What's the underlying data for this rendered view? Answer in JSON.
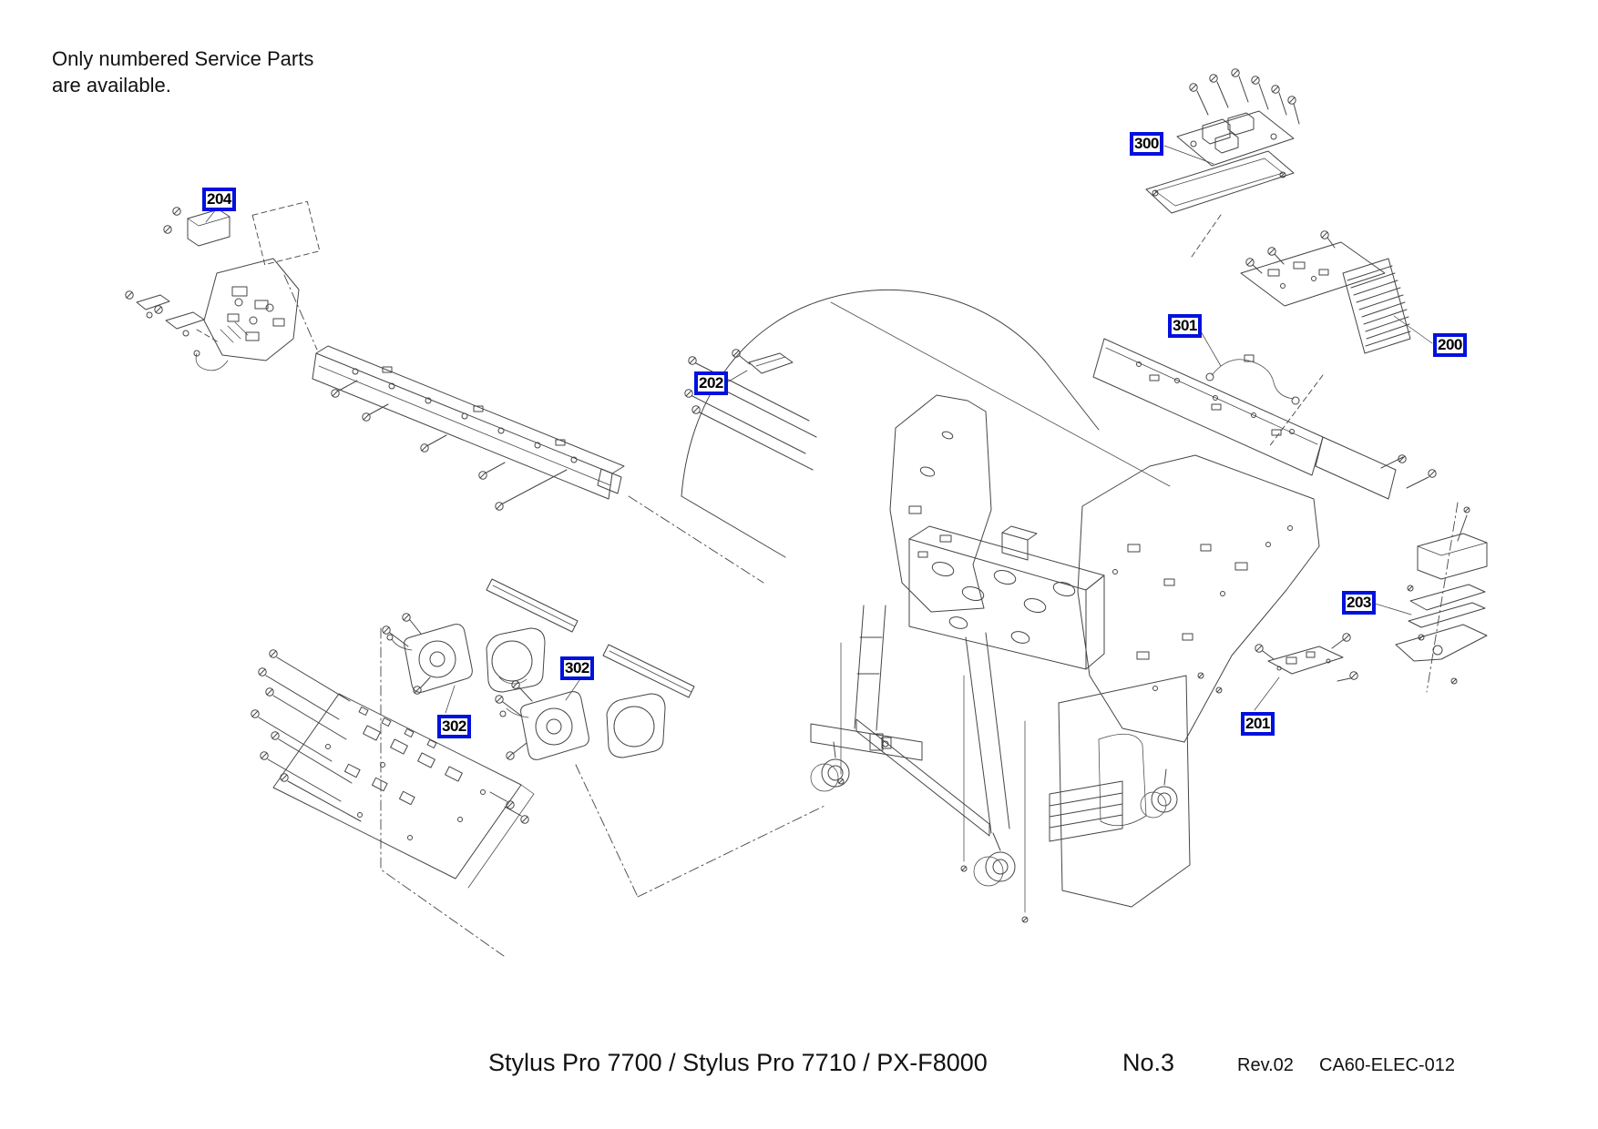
{
  "note": {
    "line1": "Only numbered Service Parts",
    "line2": "are available."
  },
  "footer": {
    "model": "Stylus Pro 7700 / Stylus Pro 7710 / PX-F8000",
    "sheet_no": "No.3",
    "revision": "Rev.02",
    "doc_code": "CA60-ELEC-012"
  },
  "labels": [
    {
      "text": "204"
    },
    {
      "text": "300"
    },
    {
      "text": "301"
    },
    {
      "text": "200"
    },
    {
      "text": "202"
    },
    {
      "text": "203"
    },
    {
      "text": "201"
    },
    {
      "text": "302"
    },
    {
      "text": "302"
    }
  ],
  "colors": {
    "label_border": "#0011dd",
    "diagram_line": "#454545",
    "text_color": "#111111",
    "page_bg": "#ffffff"
  }
}
